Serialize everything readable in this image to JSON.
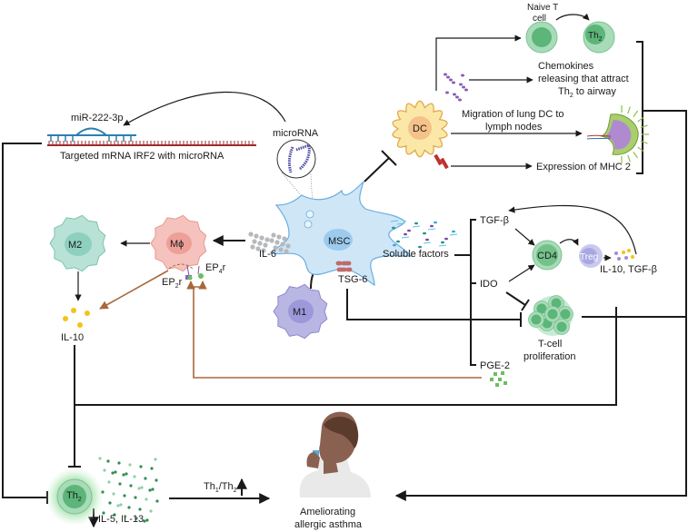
{
  "title": "MSC-mediated immunomodulation ameliorating allergic asthma",
  "colors": {
    "msc": "#cfe6f7",
    "dc": "#fbe8a8",
    "t_cell": "#8fd0a6",
    "macrophage": "#f3b7b2",
    "m2": "#b9e2d6",
    "m1": "#b9b6e4",
    "treg": "#b6b5e6",
    "il10": "#f2c31a",
    "pge2": "#6bbf5f",
    "feedback_line": "#a8683a",
    "mrna": "#9c2b2b",
    "mirna": "#2e7fb0"
  },
  "labels": {
    "naive_t_cell": [
      "Naive T",
      "cell"
    ],
    "th2_top": "Th",
    "th2_top_sub": "2",
    "chemokines": [
      "Chemokines",
      "releasing that attract",
      "Th",
      "2",
      " to airway"
    ],
    "migration": [
      "Migration of lung DC to",
      "lymph nodes"
    ],
    "mhc": "Expression of MHC 2",
    "dc": "DC",
    "mir": "miR-222-3p",
    "targeted_mrna": "Targeted mRNA IRF2 with microRNA",
    "microrna": "microRNA",
    "msc": "MSC",
    "il6": "IL-6",
    "soluble_factors": "Soluble factors",
    "m2": "M2",
    "mphi": "Mϕ",
    "ep2r": [
      "EP",
      "2",
      "r"
    ],
    "ep4r": [
      "EP",
      "4",
      "r"
    ],
    "il10": "IL-10",
    "m1": "M1",
    "tsg6": "TSG-6",
    "tgfb": "TGF-β",
    "ido": "IDO",
    "pge2": "PGE-2",
    "cd4": "CD4",
    "treg": "Treg",
    "il10_tgfb": "IL-10, TGF-β",
    "t_cell_prolif": [
      "T-cell",
      "proliferation"
    ],
    "th2_bottom": "Th",
    "th2_bottom_sub": "2",
    "il5_il13": "IL-5, IL-13",
    "th1_th2": [
      "Th",
      "1",
      "/Th",
      "2"
    ],
    "ameliorating": [
      "Ameliorating",
      "allergic asthma"
    ]
  }
}
